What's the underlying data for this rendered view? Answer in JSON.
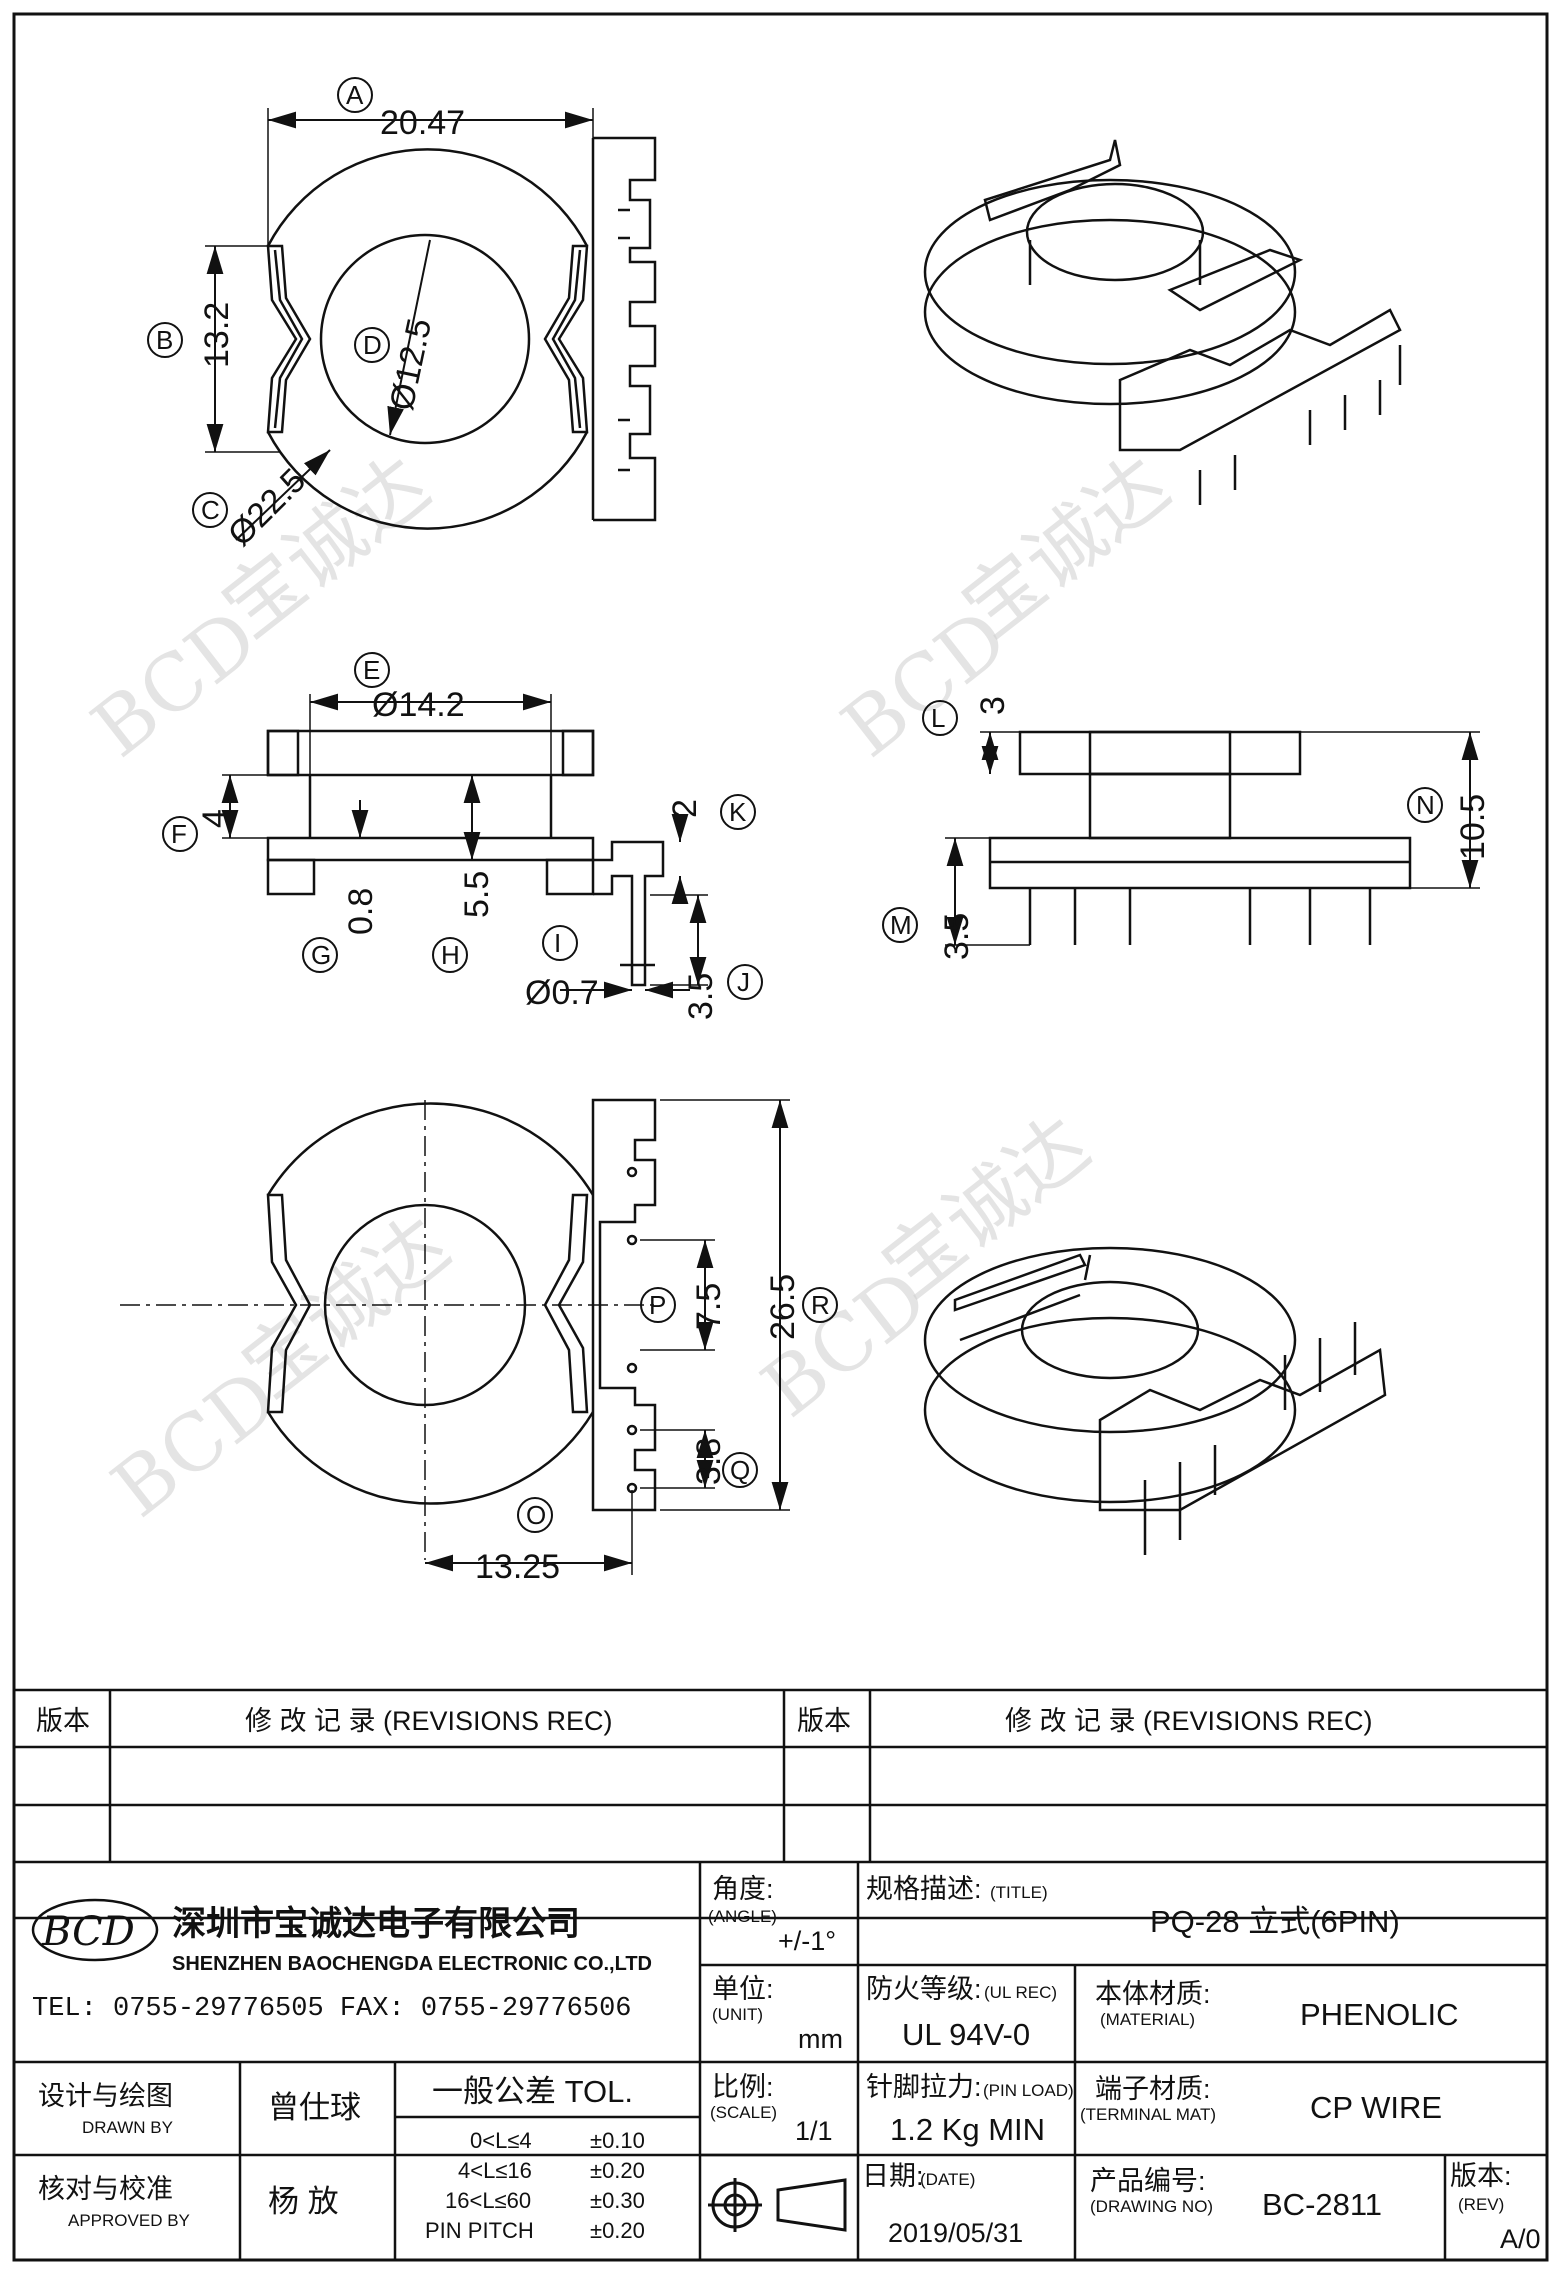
{
  "watermark": {
    "logo": "BCD",
    "text": "宝诚达"
  },
  "dimensions": {
    "A": "20.47",
    "B": "13.2",
    "C": "Ø22.5",
    "D": "Ø12.5",
    "E": "Ø14.2",
    "F": "4",
    "G": "0.8",
    "H": "5.5",
    "I": "Ø0.7",
    "J": "3.5",
    "K": "2",
    "L": "3",
    "M": "3.5",
    "N": "10.5",
    "O": "13.25",
    "P": "7.5",
    "Q": "3.8",
    "R": "26.5"
  },
  "balloons": [
    "A",
    "B",
    "C",
    "D",
    "E",
    "F",
    "G",
    "H",
    "I",
    "J",
    "K",
    "L",
    "M",
    "N",
    "O",
    "P",
    "Q",
    "R"
  ],
  "revisions": {
    "col_rev": "版本",
    "col_desc": "修 改 记 录  (REVISIONS REC)"
  },
  "company": {
    "logo": "BCD",
    "name_cn": "深圳市宝诚达电子有限公司",
    "name_en": "SHENZHEN BAOCHENGDA ELECTRONIC CO.,LTD",
    "contact": "TEL: 0755-29776505  FAX: 0755-29776506"
  },
  "title_block": {
    "angle_label": "角度:",
    "angle_label_en": "(ANGLE)",
    "angle_value": "+/-1°",
    "title_label": "规格描述:",
    "title_label_en": "(TITLE)",
    "title_value": "PQ-28 立式(6PIN)",
    "unit_label": "单位:",
    "unit_label_en": "(UNIT)",
    "unit_value": "mm",
    "ul_label": "防火等级:",
    "ul_label_en": "(UL REC)",
    "ul_value": "UL 94V-0",
    "material_label": "本体材质:",
    "material_label_en": "(MATERIAL)",
    "material_value": "PHENOLIC",
    "drawn_label": "设计与绘图",
    "drawn_label_en": "DRAWN BY",
    "drawn_value": "曾仕球",
    "tol_label": "一般公差 TOL.",
    "tol_rows": [
      {
        "range": "0<L≤4",
        "value": "±0.10"
      },
      {
        "range": "4<L≤16",
        "value": "±0.20"
      },
      {
        "range": "16<L≤60",
        "value": "±0.30"
      },
      {
        "range": "PIN PITCH",
        "value": "±0.20"
      }
    ],
    "scale_label": "比例:",
    "scale_label_en": "(SCALE)",
    "scale_value": "1/1",
    "pinload_label": "针脚拉力:",
    "pinload_label_en": "(PIN LOAD)",
    "pinload_value": "1.2 Kg MIN",
    "terminal_label": "端子材质:",
    "terminal_label_en": "(TERMINAL MAT)",
    "terminal_value": "CP WIRE",
    "approved_label": "核对与校准",
    "approved_label_en": "APPROVED BY",
    "approved_value": "杨  放",
    "date_label": "日期:",
    "date_label_en": "(DATE)",
    "date_value": "2019/05/31",
    "drawing_label": "产品编号:",
    "drawing_label_en": "(DRAWING NO)",
    "drawing_value": "BC-2811",
    "rev_label": "版本:",
    "rev_label_en": "(REV)",
    "rev_value": "A/0"
  }
}
